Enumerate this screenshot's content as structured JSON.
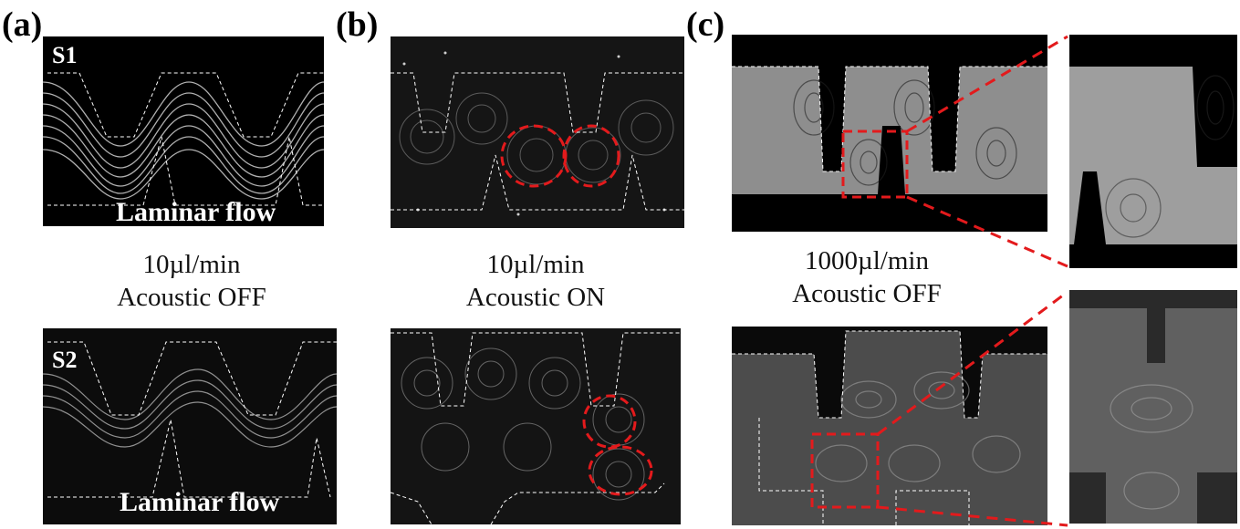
{
  "panel_labels": {
    "a": "(a)",
    "b": "(b)",
    "c": "(c)"
  },
  "sample_labels": {
    "s1": "S1",
    "s2": "S2"
  },
  "flow_label": "Laminar flow",
  "captions": {
    "a": {
      "rate": "10µl/min",
      "state": "Acoustic OFF"
    },
    "b": {
      "rate": "10µl/min",
      "state": "Acoustic ON"
    },
    "c": {
      "rate": "1000µl/min",
      "state": "Acoustic OFF"
    }
  },
  "colors": {
    "background": "#000000",
    "streak": "#d9d9d9",
    "highlight": "#e31a1c"
  }
}
